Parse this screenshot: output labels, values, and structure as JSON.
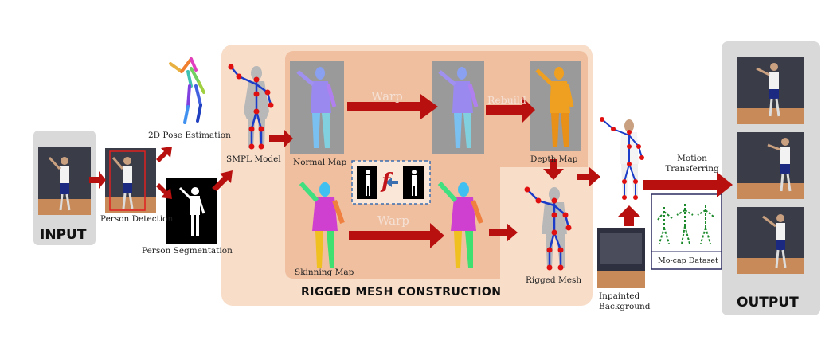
{
  "labels": {
    "input": "INPUT",
    "output": "OUTPUT",
    "pose": "2D Pose Estimation",
    "person_detection": "Person Detection",
    "person_segmentation": "Person Segmentation",
    "smpl": "SMPL Model",
    "normal_map": "Normal Map",
    "skinning_map": "Skinning Map",
    "warp_top": "Warp",
    "warp_bottom": "Warp",
    "rebuild": "Rebuild",
    "depth_map": "Depth Map",
    "rigged_mesh": "Rigged Mesh",
    "rigged_mesh_construction": "RIGGED MESH CONSTRUCTION",
    "motion_transferring": "Motion Transferring",
    "mocap_dataset": "Mo-cap Dataset",
    "inpainted_background": "Inpainted Background",
    "f_symbol": "f"
  },
  "colors": {
    "arrow": "#b8100e",
    "outer_panel": "#f8ddc9",
    "inner_panel": "#efbfa0",
    "gray_box": "#d9d9d9",
    "depth": "#f0a020",
    "dashed_box": "#3a6fb0",
    "joint": "#e01010",
    "bone": "#1a3cc8"
  },
  "icons": [
    "person-photo",
    "pose-skeleton",
    "silhouette",
    "smpl-mesh",
    "normal-map-figure",
    "skinning-map-figure",
    "depth-map-figure",
    "rigged-mesh-figure",
    "mocap-skeletons"
  ]
}
